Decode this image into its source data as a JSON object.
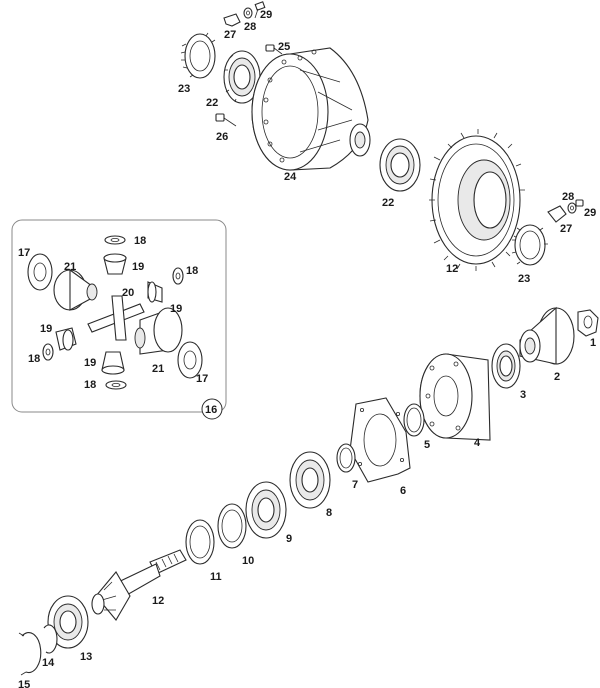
{
  "diagram": {
    "callouts": {
      "c1": "1",
      "c2": "2",
      "c3": "3",
      "c4": "4",
      "c5": "5",
      "c6": "6",
      "c7": "7",
      "c8": "8",
      "c9": "9",
      "c10": "10",
      "c11": "11",
      "c12_pinion": "12",
      "c12_ring": "12",
      "c13": "13",
      "c14": "14",
      "c15": "15",
      "c16": "16",
      "c17a": "17",
      "c17b": "17",
      "c18a": "18",
      "c18b": "18",
      "c18c": "18",
      "c18d": "18",
      "c19a": "19",
      "c19b": "19",
      "c19c": "19",
      "c19d": "19",
      "c20": "20",
      "c21a": "21",
      "c21b": "21",
      "c22a": "22",
      "c22b": "22",
      "c23a": "23",
      "c23b": "23",
      "c24": "24",
      "c25": "25",
      "c26": "26",
      "c27a": "27",
      "c27b": "27",
      "c28a": "28",
      "c28b": "28",
      "c29a": "29",
      "c29b": "29"
    }
  }
}
